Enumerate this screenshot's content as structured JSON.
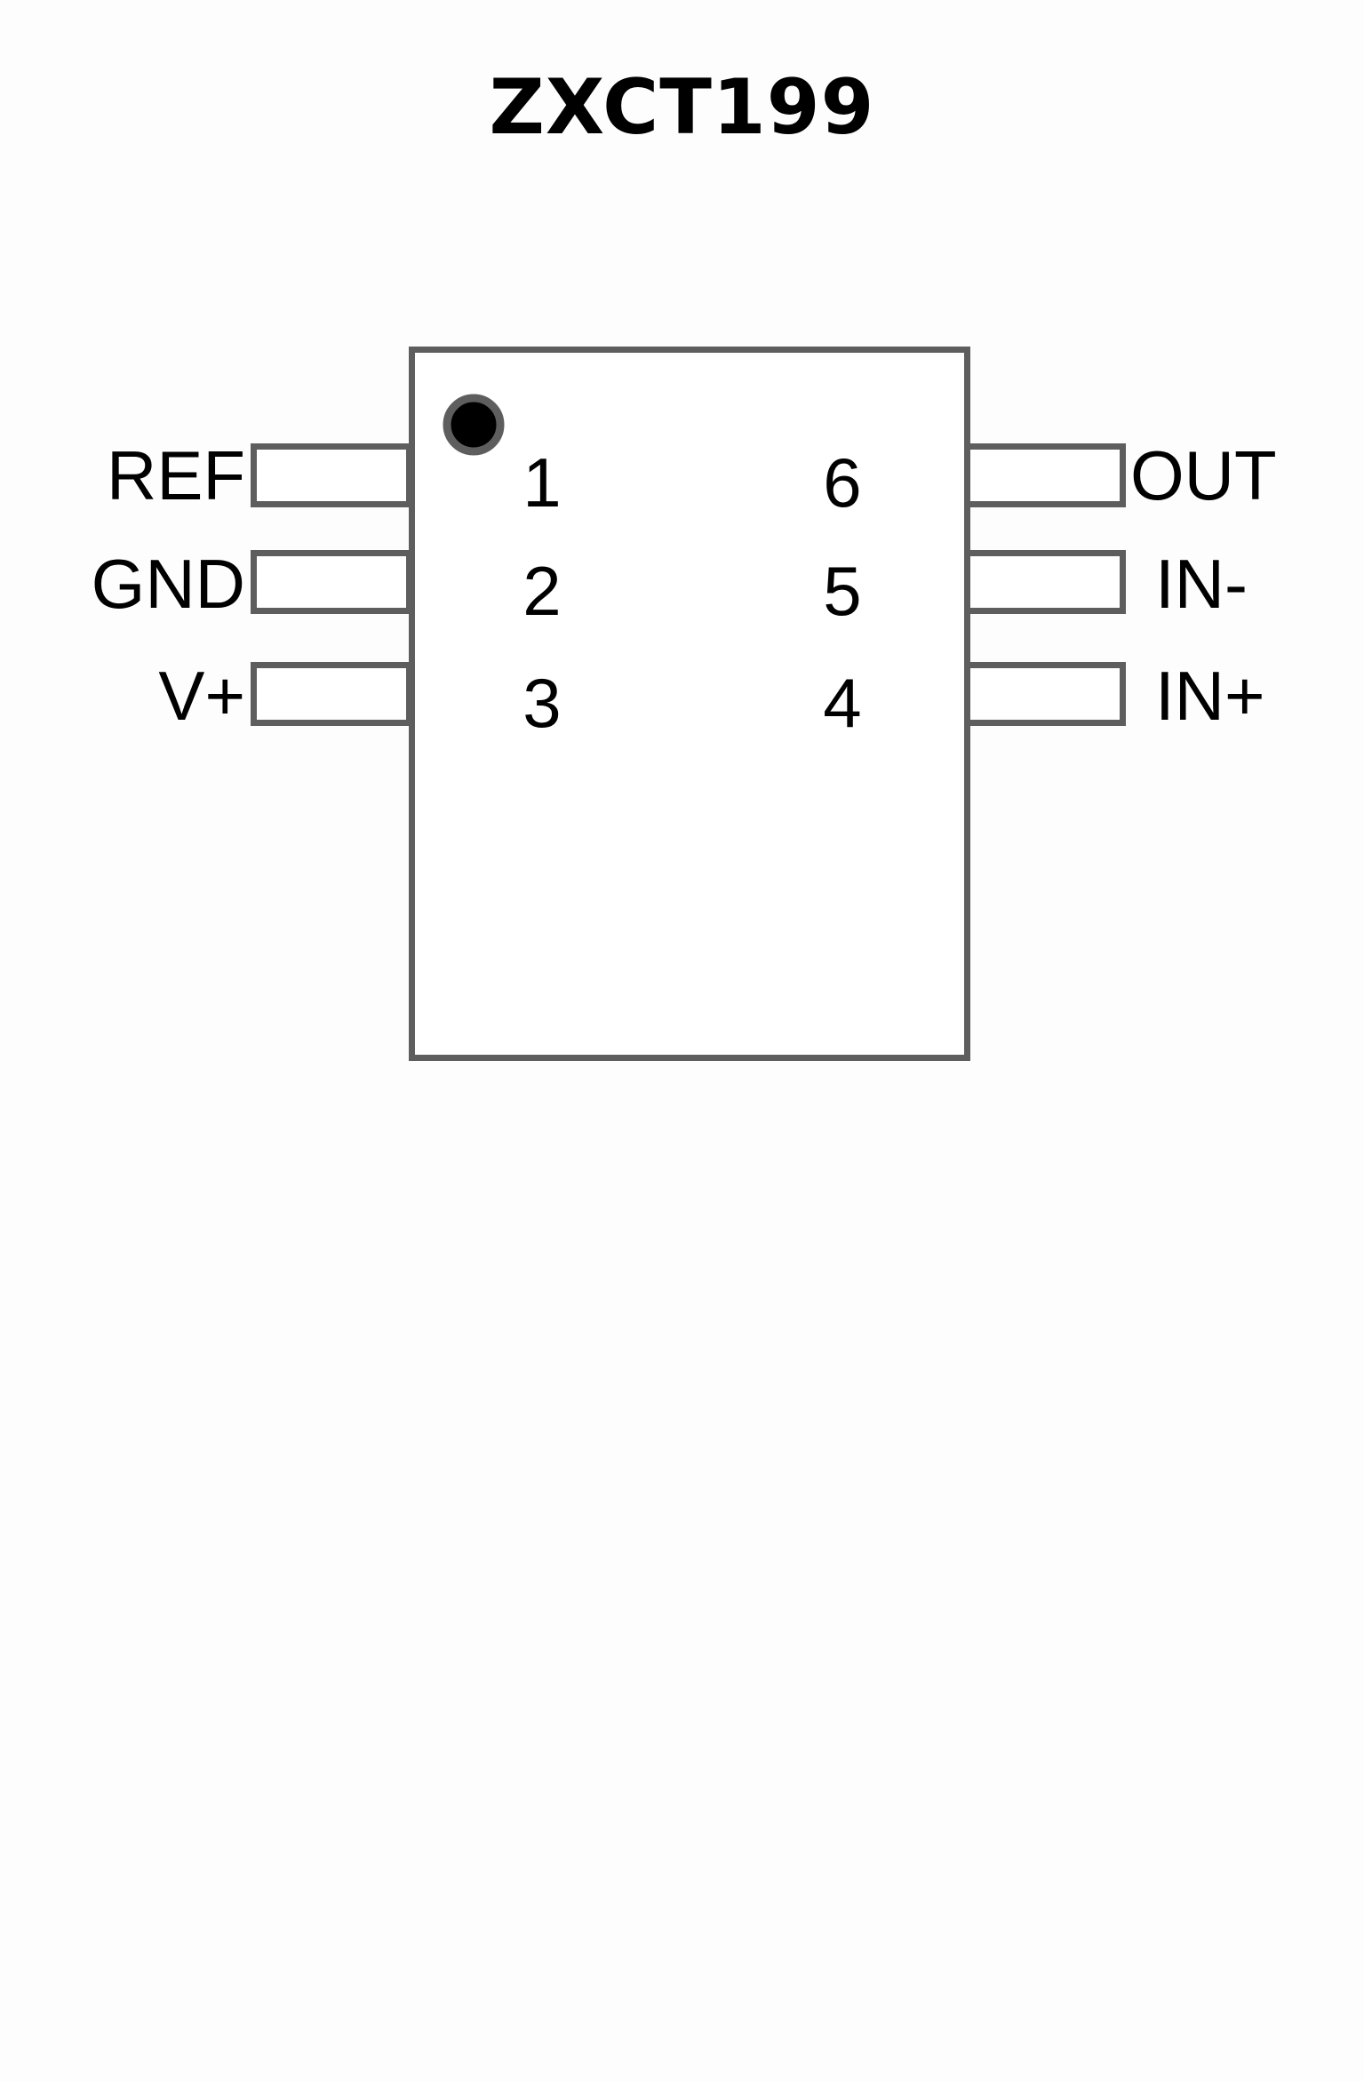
{
  "title": "ZXCT199",
  "package": {
    "body_fill": "#ffffff",
    "outline_color": "#5e5e5e",
    "stroke_width": 7,
    "background": "#fdfdfd",
    "text_color": "#000000",
    "pin1_dot_fill": "#000000",
    "pin1_dot_ring": "#5e5e5e"
  },
  "pins": {
    "left": [
      {
        "number": "1",
        "label": "REF"
      },
      {
        "number": "2",
        "label": "GND"
      },
      {
        "number": "3",
        "label": "V+"
      }
    ],
    "right": [
      {
        "number": "6",
        "label": "OUT"
      },
      {
        "number": "5",
        "label": "IN-"
      },
      {
        "number": "4",
        "label": "IN+"
      }
    ]
  }
}
